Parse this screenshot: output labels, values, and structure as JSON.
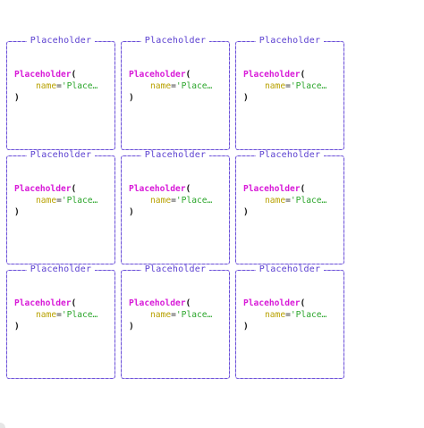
{
  "widgets": [
    {
      "title": "Placeholder",
      "class_name": "Placeholder",
      "open_paren": "(",
      "kw": "name",
      "eq": "=",
      "value": "'Place…",
      "close_paren": ")"
    },
    {
      "title": "Placeholder",
      "class_name": "Placeholder",
      "open_paren": "(",
      "kw": "name",
      "eq": "=",
      "value": "'Place…",
      "close_paren": ")"
    },
    {
      "title": "Placeholder",
      "class_name": "Placeholder",
      "open_paren": "(",
      "kw": "name",
      "eq": "=",
      "value": "'Place…",
      "close_paren": ")"
    },
    {
      "title": "Placeholder",
      "class_name": "Placeholder",
      "open_paren": "(",
      "kw": "name",
      "eq": "=",
      "value": "'Place…",
      "close_paren": ")"
    },
    {
      "title": "Placeholder",
      "class_name": "Placeholder",
      "open_paren": "(",
      "kw": "name",
      "eq": "=",
      "value": "'Place…",
      "close_paren": ")"
    },
    {
      "title": "Placeholder",
      "class_name": "Placeholder",
      "open_paren": "(",
      "kw": "name",
      "eq": "=",
      "value": "'Place…",
      "close_paren": ")"
    },
    {
      "title": "Placeholder",
      "class_name": "Placeholder",
      "open_paren": "(",
      "kw": "name",
      "eq": "=",
      "value": "'Place…",
      "close_paren": ")"
    },
    {
      "title": "Placeholder",
      "class_name": "Placeholder",
      "open_paren": "(",
      "kw": "name",
      "eq": "=",
      "value": "'Place…",
      "close_paren": ")"
    },
    {
      "title": "Placeholder",
      "class_name": "Placeholder",
      "open_paren": "(",
      "kw": "name",
      "eq": "=",
      "value": "'Place…",
      "close_paren": ")"
    }
  ],
  "colors": {
    "border": "#6a4fd8",
    "title": "#5a3fd0",
    "class_name": "#d81ad8",
    "keyword": "#b8a100",
    "string": "#2aa52a"
  }
}
